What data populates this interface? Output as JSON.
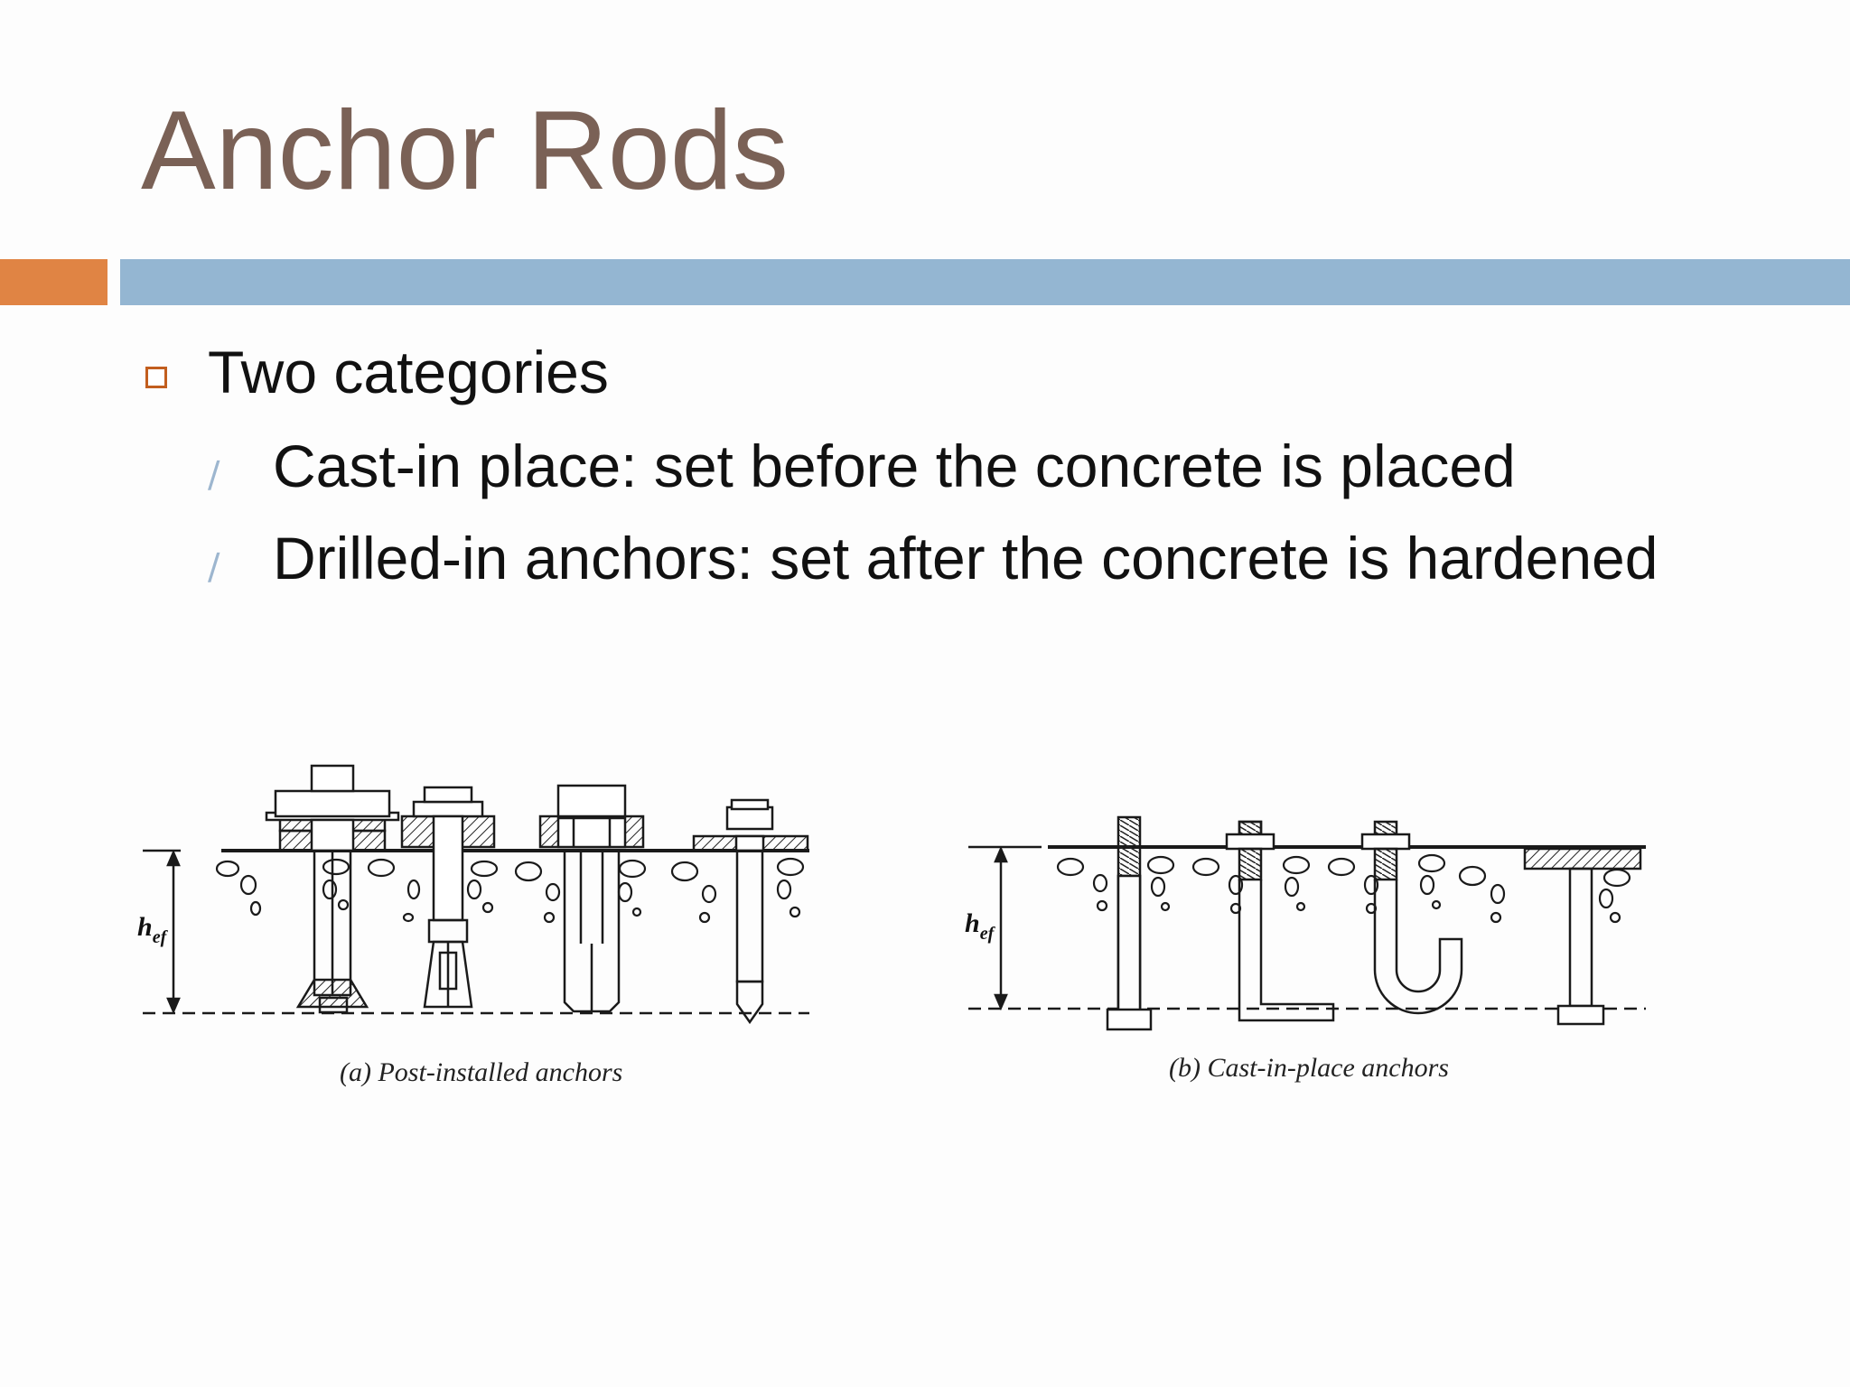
{
  "slide": {
    "title": "Anchor Rods",
    "bullets": [
      {
        "text": "Two categories",
        "sub": [
          "Cast-in place: set before the concrete is placed",
          "Drilled-in anchors: set after the concrete is hardened"
        ]
      }
    ]
  },
  "figure": {
    "left_caption": "(a) Post-installed anchors",
    "right_caption": "(b) Cast-in-place anchors",
    "dimension_label": "h",
    "dimension_subscript": "ef"
  },
  "colors": {
    "title": "#7a6156",
    "accent_bar": "#e08444",
    "main_bar": "#94b6d2",
    "bullet_box": "#c25e1e",
    "sub_bullet_dash": "#9db6cf"
  },
  "icons": {
    "level1_bullet": "square-outline-icon",
    "level2_bullet": "slash-dash-icon"
  }
}
